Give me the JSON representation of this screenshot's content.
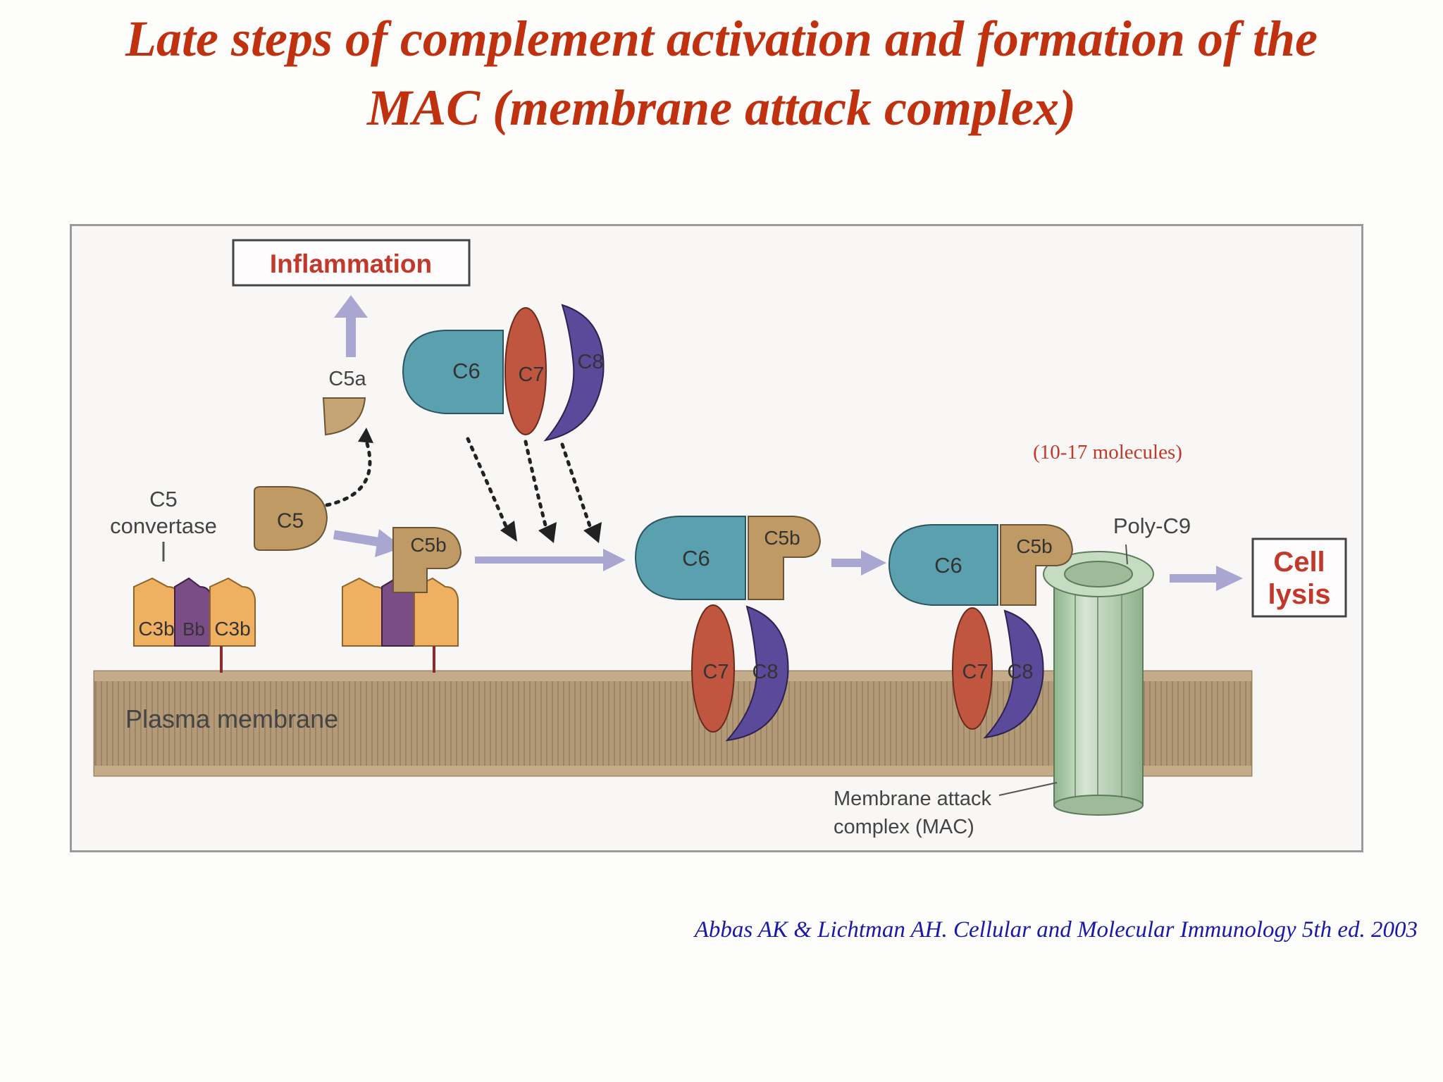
{
  "title": {
    "line1": "Late steps of complement activation and formation of the",
    "line2": "MAC (membrane attack complex)"
  },
  "diagram": {
    "inflammation_label": "Inflammation",
    "c5a_label": "C5a",
    "c5_convertase_line1": "C5",
    "c5_convertase_line2": "convertase",
    "c5_label": "C5",
    "c5b_label": "C5b",
    "c3b_label": "C3b",
    "bb_label": "Bb",
    "c6_label": "C6",
    "c7_label": "C7",
    "c8_label": "C8",
    "plasma_membrane_label": "Plasma membrane",
    "molecules_note": "(10-17 molecules)",
    "poly_c9_label": "Poly-C9",
    "cell_lysis_line1": "Cell",
    "cell_lysis_line2": "lysis",
    "mac_label_line1": "Membrane attack",
    "mac_label_line2": "complex (MAC)"
  },
  "citation": "Abbas AK & Lichtman AH. Cellular and Molecular Immunology 5th ed. 2003",
  "colors": {
    "title": "#c0310f",
    "citation": "#1a1aa8",
    "label_red": "#c0392b",
    "membrane": "#b39a79",
    "c6": "#5aa0ae",
    "c5b": "#c09a64",
    "c7": "#c0563f",
    "c8": "#5b4a9a",
    "c3b": "#f0b062",
    "bb": "#7a4d86",
    "arrow": "#a9a6d1",
    "mac": "#b7d0b4"
  }
}
